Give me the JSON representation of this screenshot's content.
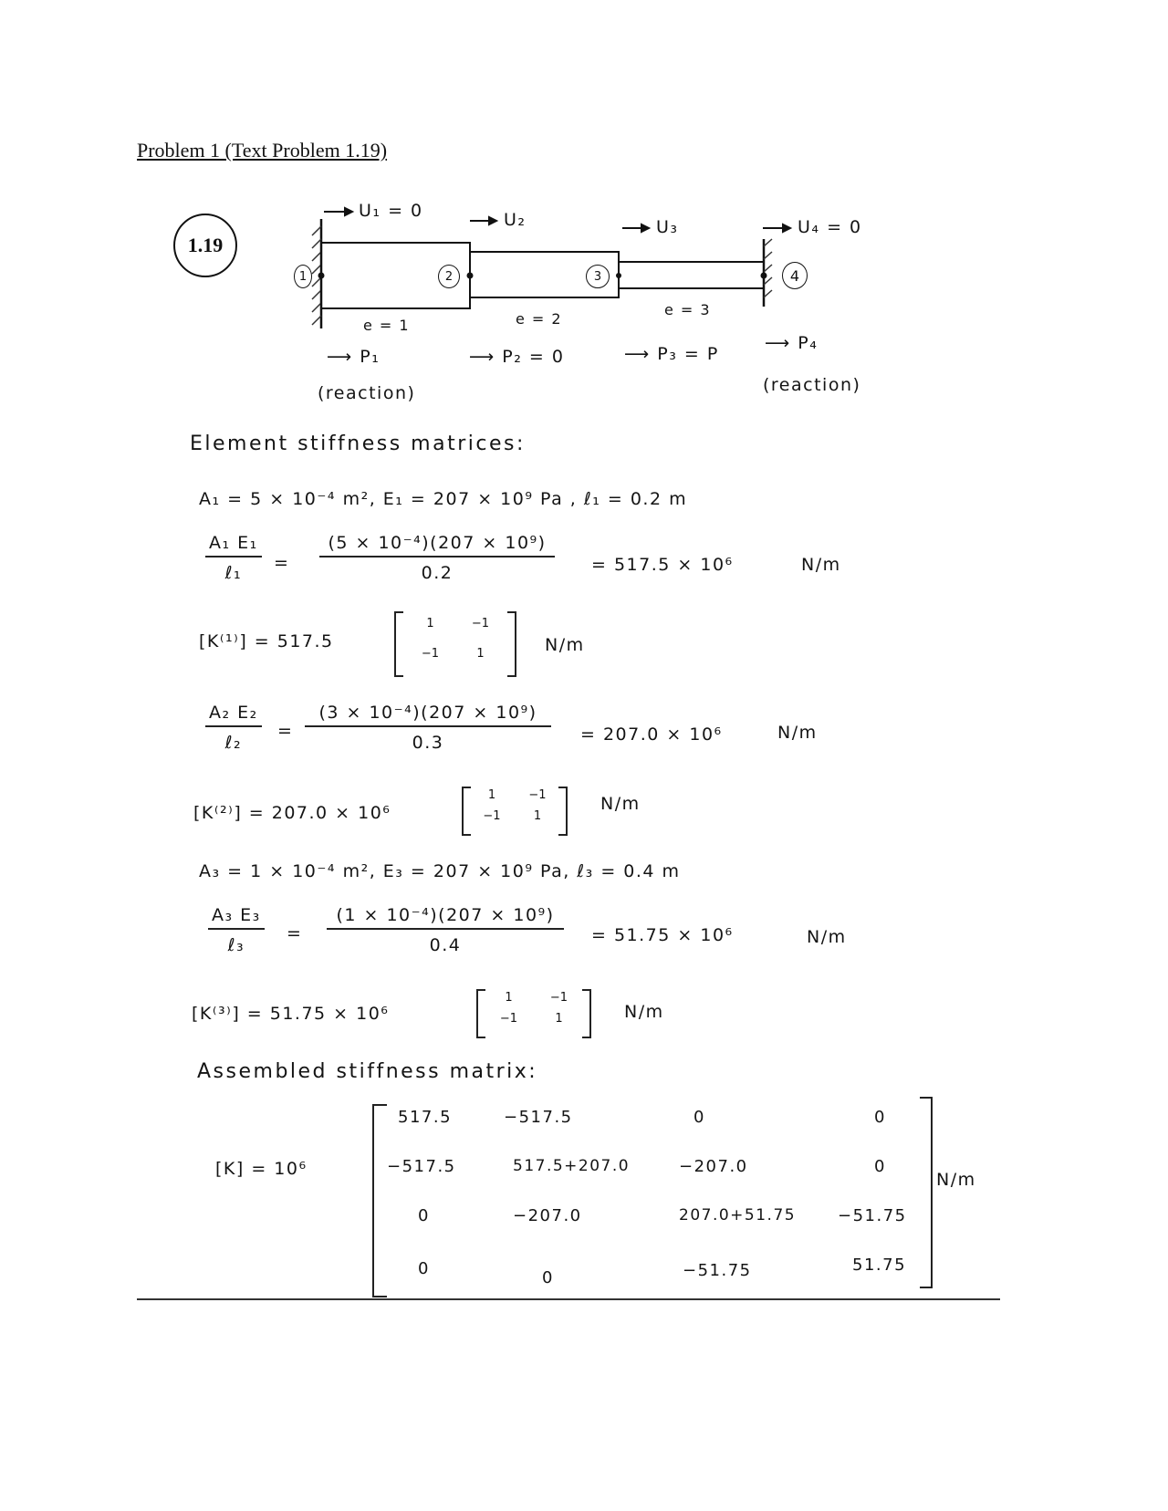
{
  "title": "Problem 1 (Text Problem 1.19)",
  "figure": {
    "problem_tag": "1.19",
    "displacements": [
      "U₁ = 0",
      "U₂",
      "U₃",
      "U₄ = 0"
    ],
    "nodes": [
      "1",
      "2",
      "3",
      "4"
    ],
    "elements": [
      "e = 1",
      "e = 2",
      "e = 3"
    ],
    "forces": [
      "P₁",
      "P₂ = 0",
      "P₃ = P",
      "P₄"
    ],
    "reaction_label": "(reaction)"
  },
  "section_element": "Element stiffness matrices:",
  "elem1": {
    "props": "A₁ = 5 × 10⁻⁴ m², E₁ = 207 × 10⁹ Pa , ℓ₁ = 0.2 m",
    "lhs_num": "A₁ E₁",
    "lhs_den": "ℓ₁",
    "rhs_num": "(5 × 10⁻⁴)(207 × 10⁹)",
    "rhs_den": "0.2",
    "result": "= 517.5 × 10⁶",
    "unit": "N/m",
    "k_label": "[K⁽¹⁾] = 517.5",
    "k_matrix": [
      "1",
      "−1",
      "−1",
      "1"
    ]
  },
  "elem2": {
    "lhs_num": "A₂ E₂",
    "lhs_den": "ℓ₂",
    "rhs_num": "(3 × 10⁻⁴)(207 × 10⁹)",
    "rhs_den": "0.3",
    "result": "= 207.0 × 10⁶",
    "unit": "N/m",
    "k_label": "[K⁽²⁾] = 207.0 × 10⁶",
    "k_matrix": [
      "1",
      "−1",
      "−1",
      "1"
    ]
  },
  "elem3": {
    "props": "A₃ = 1 × 10⁻⁴ m², E₃ = 207 × 10⁹ Pa, ℓ₃ = 0.4 m",
    "lhs_num": "A₃ E₃",
    "lhs_den": "ℓ₃",
    "rhs_num": "(1 × 10⁻⁴)(207 × 10⁹)",
    "rhs_den": "0.4",
    "result": "= 51.75 × 10⁶",
    "unit": "N/m",
    "k_label": "[K⁽³⁾] = 51.75 × 10⁶",
    "k_matrix": [
      "1",
      "−1",
      "−1",
      "1"
    ]
  },
  "section_assembled": "Assembled stiffness matrix:",
  "assembled": {
    "label": "[K] = 10⁶",
    "unit": "N/m",
    "rows": [
      [
        "517.5",
        "−517.5",
        "0",
        "0"
      ],
      [
        "−517.5",
        "517.5+207.0",
        "−207.0",
        "0"
      ],
      [
        "0",
        "−207.0",
        "207.0+51.75",
        "−51.75"
      ],
      [
        "0",
        "0",
        "−51.75",
        "51.75"
      ]
    ]
  }
}
